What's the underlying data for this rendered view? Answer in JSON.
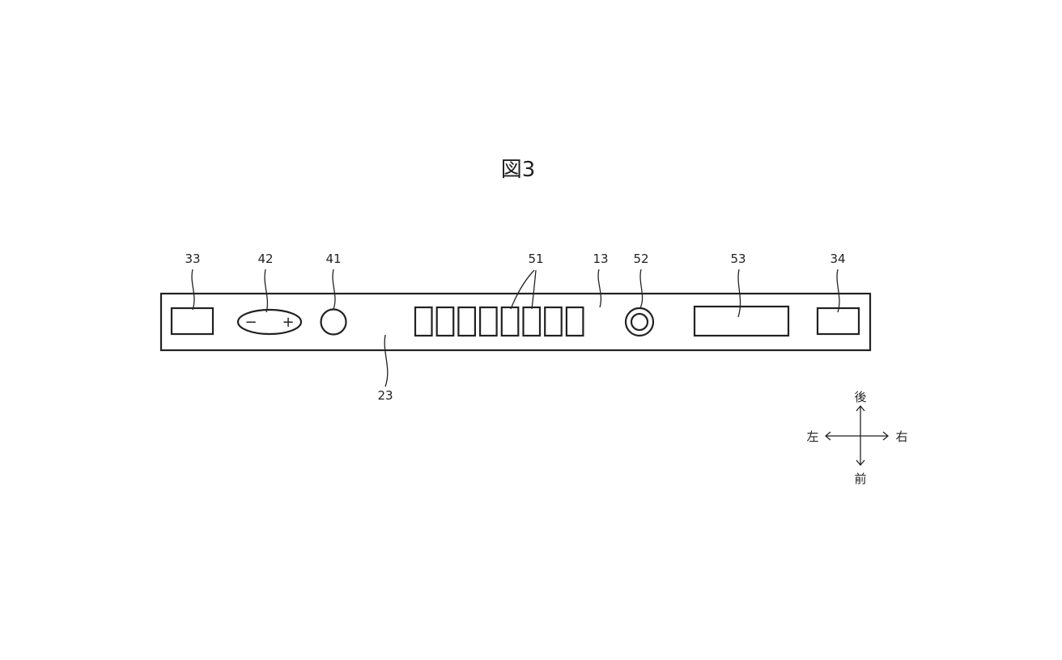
{
  "figure": {
    "title": "図3"
  },
  "labels": {
    "ref_33": "33",
    "ref_42": "42",
    "ref_41": "41",
    "ref_51": "51",
    "ref_13": "13",
    "ref_52": "52",
    "ref_53": "53",
    "ref_34": "34",
    "ref_23": "23"
  },
  "stepper": {
    "minus": "−",
    "plus": "+"
  },
  "keypad": {
    "key_count": 8
  },
  "compass": {
    "back": "後",
    "front": "前",
    "left": "左",
    "right": "右"
  },
  "colors": {
    "line": "#222222",
    "background": "#ffffff"
  }
}
